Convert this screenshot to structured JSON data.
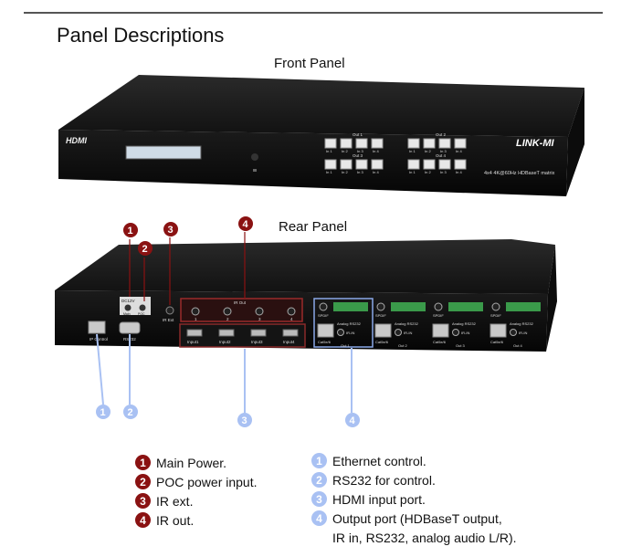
{
  "title": "Panel Descriptions",
  "front_panel_label": "Front Panel",
  "rear_panel_label": "Rear Panel",
  "front": {
    "brand_left": "HDMI",
    "brand_right": "LINK-MI",
    "model": "4x4 4K@60Hz HDBaseT matrix",
    "out_groups": [
      {
        "title": "Out 1",
        "buttons": [
          "In 1",
          "In 2",
          "In 3",
          "In 4"
        ]
      },
      {
        "title": "Out 2",
        "buttons": [
          "In 1",
          "In 2",
          "In 3",
          "In 4"
        ]
      },
      {
        "title": "Out 3",
        "buttons": [
          "In 1",
          "In 2",
          "In 3",
          "In 4"
        ]
      },
      {
        "title": "Out 4",
        "buttons": [
          "In 1",
          "In 2",
          "In 3",
          "In 4"
        ]
      }
    ]
  },
  "rear": {
    "ip_control": "IP Control",
    "rs232": "RS232",
    "dc12v": "DC12V",
    "main": "Main",
    "poc": "POC",
    "ir_ext": "IR Ext",
    "ir_out": "IR Out",
    "ir_out_ports": [
      "1",
      "2",
      "3",
      "4"
    ],
    "inputs": [
      "Input1",
      "Input2",
      "Input3",
      "Input4"
    ],
    "outputs": [
      {
        "spdif": "SPDIF",
        "analog": "Analog RS232",
        "cat": "Cat5e/6",
        "irin": "IR-IN",
        "name": "Out 1"
      },
      {
        "spdif": "SPDIF",
        "analog": "Analog RS232",
        "cat": "Cat5e/6",
        "irin": "IR-IN",
        "name": "Out 2"
      },
      {
        "spdif": "SPDIF",
        "analog": "Analog RS232",
        "cat": "Cat5e/6",
        "irin": "IR-IN",
        "name": "Out 3"
      },
      {
        "spdif": "SPDIF",
        "analog": "Analog RS232",
        "cat": "Cat5e/6",
        "irin": "IR-IN",
        "name": "Out 4"
      }
    ]
  },
  "callouts": {
    "red": [
      "1",
      "2",
      "3",
      "4"
    ],
    "blue": [
      "1",
      "2",
      "3",
      "4"
    ]
  },
  "legend_left": [
    {
      "num": "1",
      "text": "Main Power."
    },
    {
      "num": "2",
      "text": "POC power input."
    },
    {
      "num": "3",
      "text": "IR ext."
    },
    {
      "num": "4",
      "text": "IR out."
    }
  ],
  "legend_right": [
    {
      "num": "1",
      "text": "Ethernet control."
    },
    {
      "num": "2",
      "text": "RS232 for control."
    },
    {
      "num": "3",
      "text": "HDMI input port."
    },
    {
      "num": "4",
      "text": "Output port (HDBaseT output,",
      "cont": "IR in, RS232, analog audio L/R)."
    }
  ],
  "colors": {
    "red_badge": "#8a1212",
    "blue_badge": "#a9c1f3",
    "device_body": "#1c1c1c"
  }
}
